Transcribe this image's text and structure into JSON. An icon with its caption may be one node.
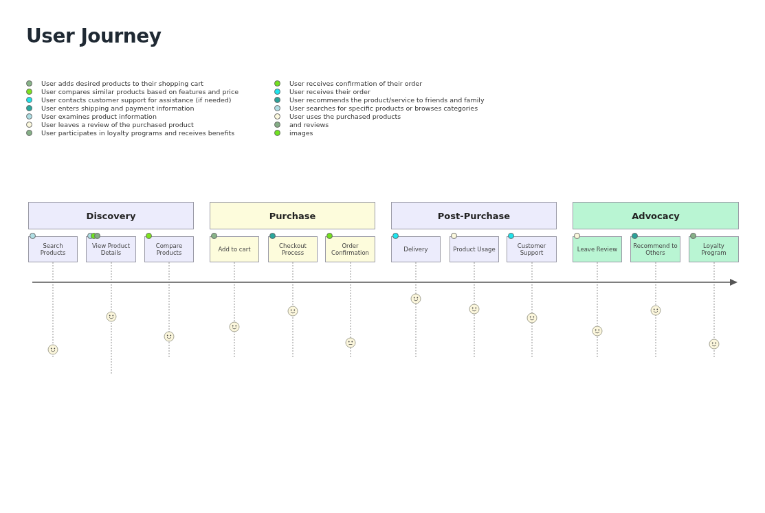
{
  "diagram": {
    "title": "User Journey",
    "nodes": [
      {
        "text": [
          "Discovery"
        ]
      },
      {
        "text": [
          "Purchase"
        ]
      },
      {
        "text": [
          "Post-Purchase"
        ]
      },
      {
        "text": [
          "Advocacy"
        ]
      },
      {
        "text": [
          "Search Products"
        ]
      },
      {
        "text": [
          "View Product Details"
        ]
      },
      {
        "text": [
          "Compare Products"
        ]
      },
      {
        "text": [
          "Add to cart"
        ]
      },
      {
        "text": [
          "Checkout Process"
        ]
      },
      {
        "text": [
          "Order Confirmation"
        ]
      },
      {
        "text": [
          "Delivery"
        ]
      },
      {
        "text": [
          "Product Usage"
        ]
      },
      {
        "text": [
          "Customer Support"
        ]
      },
      {
        "text": [
          "Leave Review"
        ]
      },
      {
        "text": [
          "Recommend to Others"
        ]
      },
      {
        "text": [
          "Loyalty Program"
        ]
      }
    ],
    "legend": [
      {
        "text": "User adds desired products to their shopping cart",
        "color": "#88b388"
      },
      {
        "text": "User compares similar products based on features and price",
        "color": "#7ee21f"
      },
      {
        "text": "User contacts customer support for assistance (if needed)",
        "color": "#1fe2ea"
      },
      {
        "text": "User enters shipping and payment information",
        "color": "#2aa79c"
      },
      {
        "text": "User examines product information",
        "color": "#acdce2"
      },
      {
        "text": "User leaves a review of the purchased product",
        "color": "#fbf8dc"
      },
      {
        "text": "User participates in loyalty programs and receives benefits",
        "color": "#86b087"
      },
      {
        "text": "User receives confirmation of their order",
        "color": "#72e01e"
      },
      {
        "text": "User receives their order",
        "color": "#1de5ee"
      },
      {
        "text": "User recommends the product/service to friends and family",
        "color": "#2aa299"
      },
      {
        "text": "User searches for specific products or browses categories",
        "color": "#b0dee4"
      },
      {
        "text": "User uses the purchased products",
        "color": "#fcf9de"
      },
      {
        "text": "and reviews",
        "color": "#84ad85"
      },
      {
        "text": "images",
        "color": "#6fe320"
      }
    ]
  }
}
